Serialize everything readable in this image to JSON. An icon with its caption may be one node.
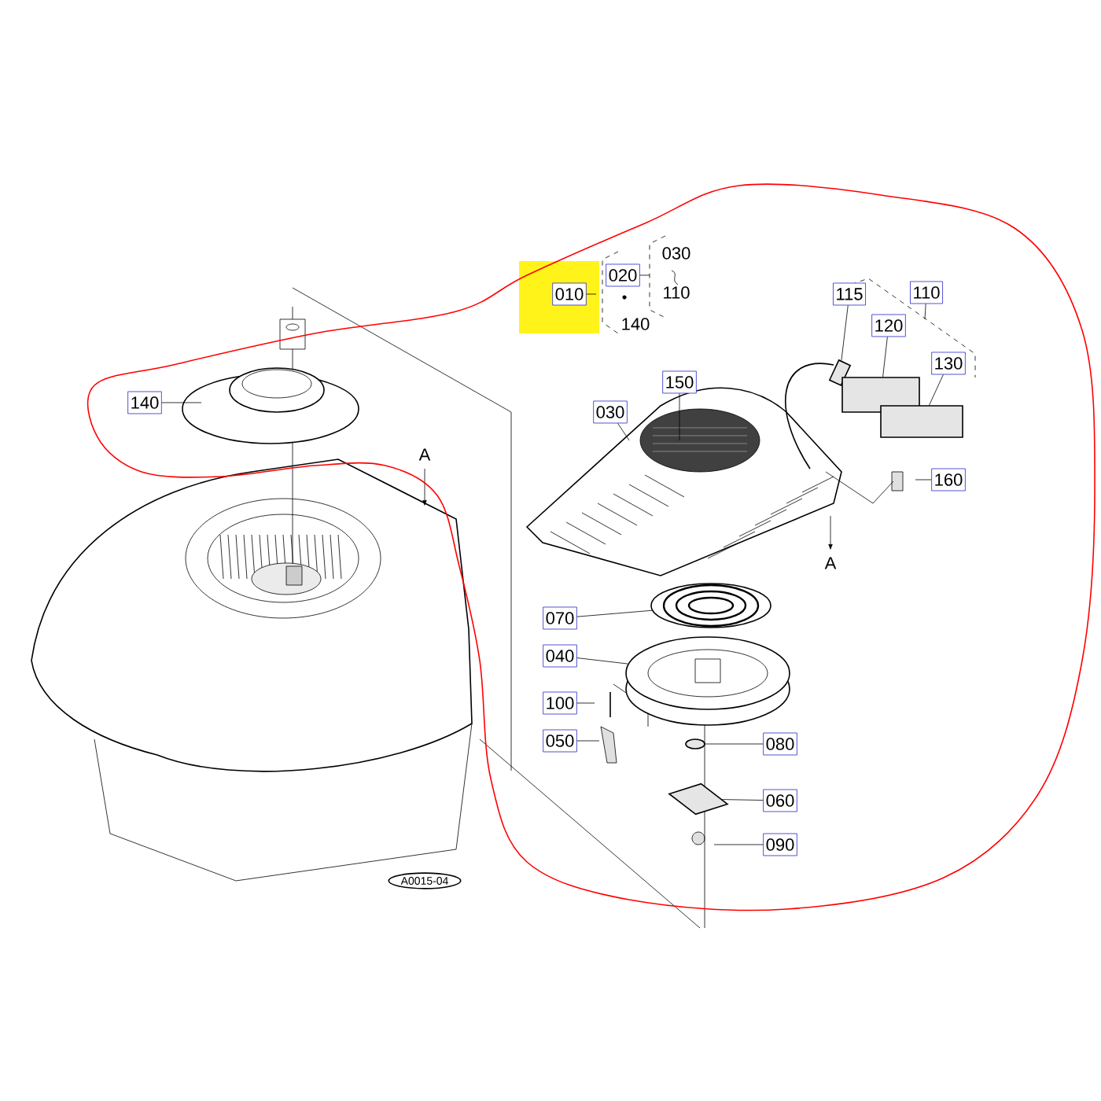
{
  "diagram": {
    "nodes": [
      {
        "text": [
          "010"
        ]
      },
      {
        "text": [
          "020"
        ]
      },
      {
        "text": [
          "140"
        ]
      },
      {
        "text": [
          "115"
        ]
      },
      {
        "text": [
          "110"
        ]
      },
      {
        "text": [
          "120"
        ]
      },
      {
        "text": [
          "130"
        ]
      },
      {
        "text": [
          "150"
        ]
      },
      {
        "text": [
          "030"
        ]
      },
      {
        "text": [
          "160"
        ]
      },
      {
        "text": [
          "070"
        ]
      },
      {
        "text": [
          "040"
        ]
      },
      {
        "text": [
          "100"
        ]
      },
      {
        "text": [
          "050"
        ]
      },
      {
        "text": [
          "080"
        ]
      },
      {
        "text": [
          "060"
        ]
      },
      {
        "text": [
          "090"
        ]
      },
      {
        "text": [],
        "shape": "box"
      },
      {
        "text": [],
        "shape": "box"
      },
      {
        "text": [],
        "shape": "box"
      },
      {
        "text": [],
        "shape": "diamond"
      },
      {
        "text": [],
        "shape": "circle"
      },
      {
        "text": [],
        "shape": "circle"
      },
      {
        "text": [],
        "shape": "circle"
      }
    ],
    "edges": [
      {
        "from": 0,
        "to": null,
        "arrow": "none"
      },
      {
        "from": 1,
        "to": null,
        "arrow": "none"
      },
      {
        "from": 2,
        "to": null,
        "arrow": "none"
      },
      {
        "from": 3,
        "to": 17,
        "arrow": "none"
      },
      {
        "from": 4,
        "to": null,
        "arrow": "none"
      },
      {
        "from": 5,
        "to": 18,
        "arrow": "none"
      },
      {
        "from": 6,
        "to": 19,
        "arrow": "none"
      },
      {
        "from": 7,
        "to": null,
        "arrow": "none"
      },
      {
        "from": 8,
        "to": null,
        "arrow": "none"
      },
      {
        "from": 9,
        "to": null,
        "arrow": "none"
      },
      {
        "from": 10,
        "to": 21,
        "arrow": "none"
      },
      {
        "from": 11,
        "to": 22,
        "arrow": "none"
      },
      {
        "from": 12,
        "to": null,
        "arrow": "none"
      },
      {
        "from": 13,
        "to": null,
        "arrow": "none"
      },
      {
        "from": 14,
        "to": 23,
        "arrow": "none"
      },
      {
        "from": 15,
        "to": 20,
        "arrow": "none"
      },
      {
        "from": 16,
        "to": null,
        "arrow": "none"
      }
    ],
    "labels": [
      "030",
      "110",
      "140",
      "A",
      "A",
      "A0015-04"
    ]
  }
}
